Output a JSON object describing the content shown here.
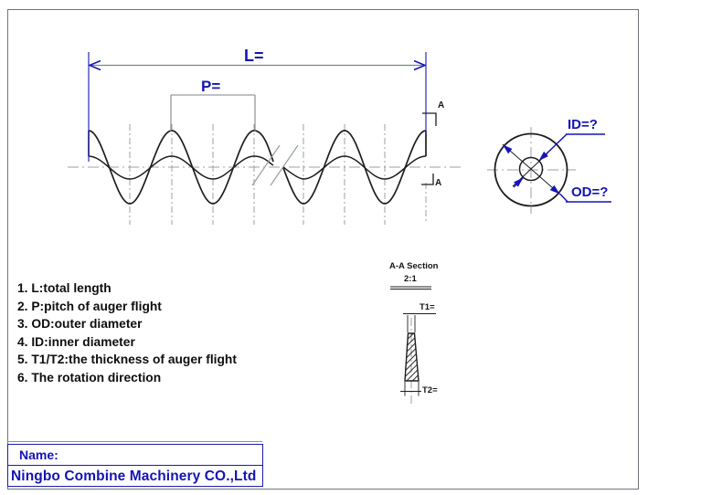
{
  "drawing": {
    "labels": {
      "length": "L=",
      "pitch": "P=",
      "section_marker": "A",
      "id": "ID=?",
      "od": "OD=?"
    },
    "section": {
      "title": "A-A Section",
      "scale": "2:1",
      "t1": "T1=",
      "t2": "T2="
    },
    "legend_items": [
      "1. L:total length",
      "2. P:pitch of auger flight",
      "3. OD:outer diameter",
      "4. ID:inner diameter",
      "5. T1/T2:the thickness of auger flight",
      "6. The rotation direction"
    ],
    "title_block": {
      "name_label": "Name:",
      "company": "Ningbo Combine Machinery CO.,Ltd"
    },
    "colors": {
      "annotation_blue": "#1414b4",
      "part_line_black": "#1e1e1e",
      "centerline_grey": "#9aa0a4",
      "frame_grey": "#70757b"
    }
  }
}
